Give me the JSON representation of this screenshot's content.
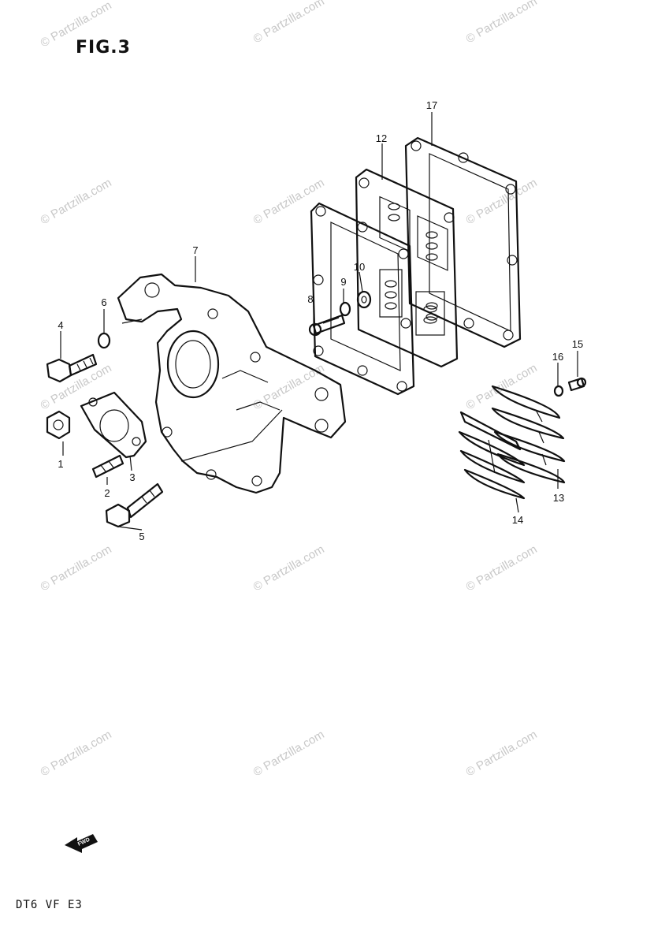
{
  "figure": {
    "title": "FIG.3",
    "model_code": "DT6  VF  E3"
  },
  "watermark": {
    "text": "© Partzilla.com",
    "color": "#c8c8c8"
  },
  "fwd_arrow": {
    "text": "FWD",
    "icon": "forward-arrow-icon"
  },
  "callouts": [
    "1",
    "2",
    "3",
    "4",
    "5",
    "6",
    "7",
    "8",
    "9",
    "10",
    "12",
    "13",
    "14",
    "15",
    "16",
    "17"
  ]
}
